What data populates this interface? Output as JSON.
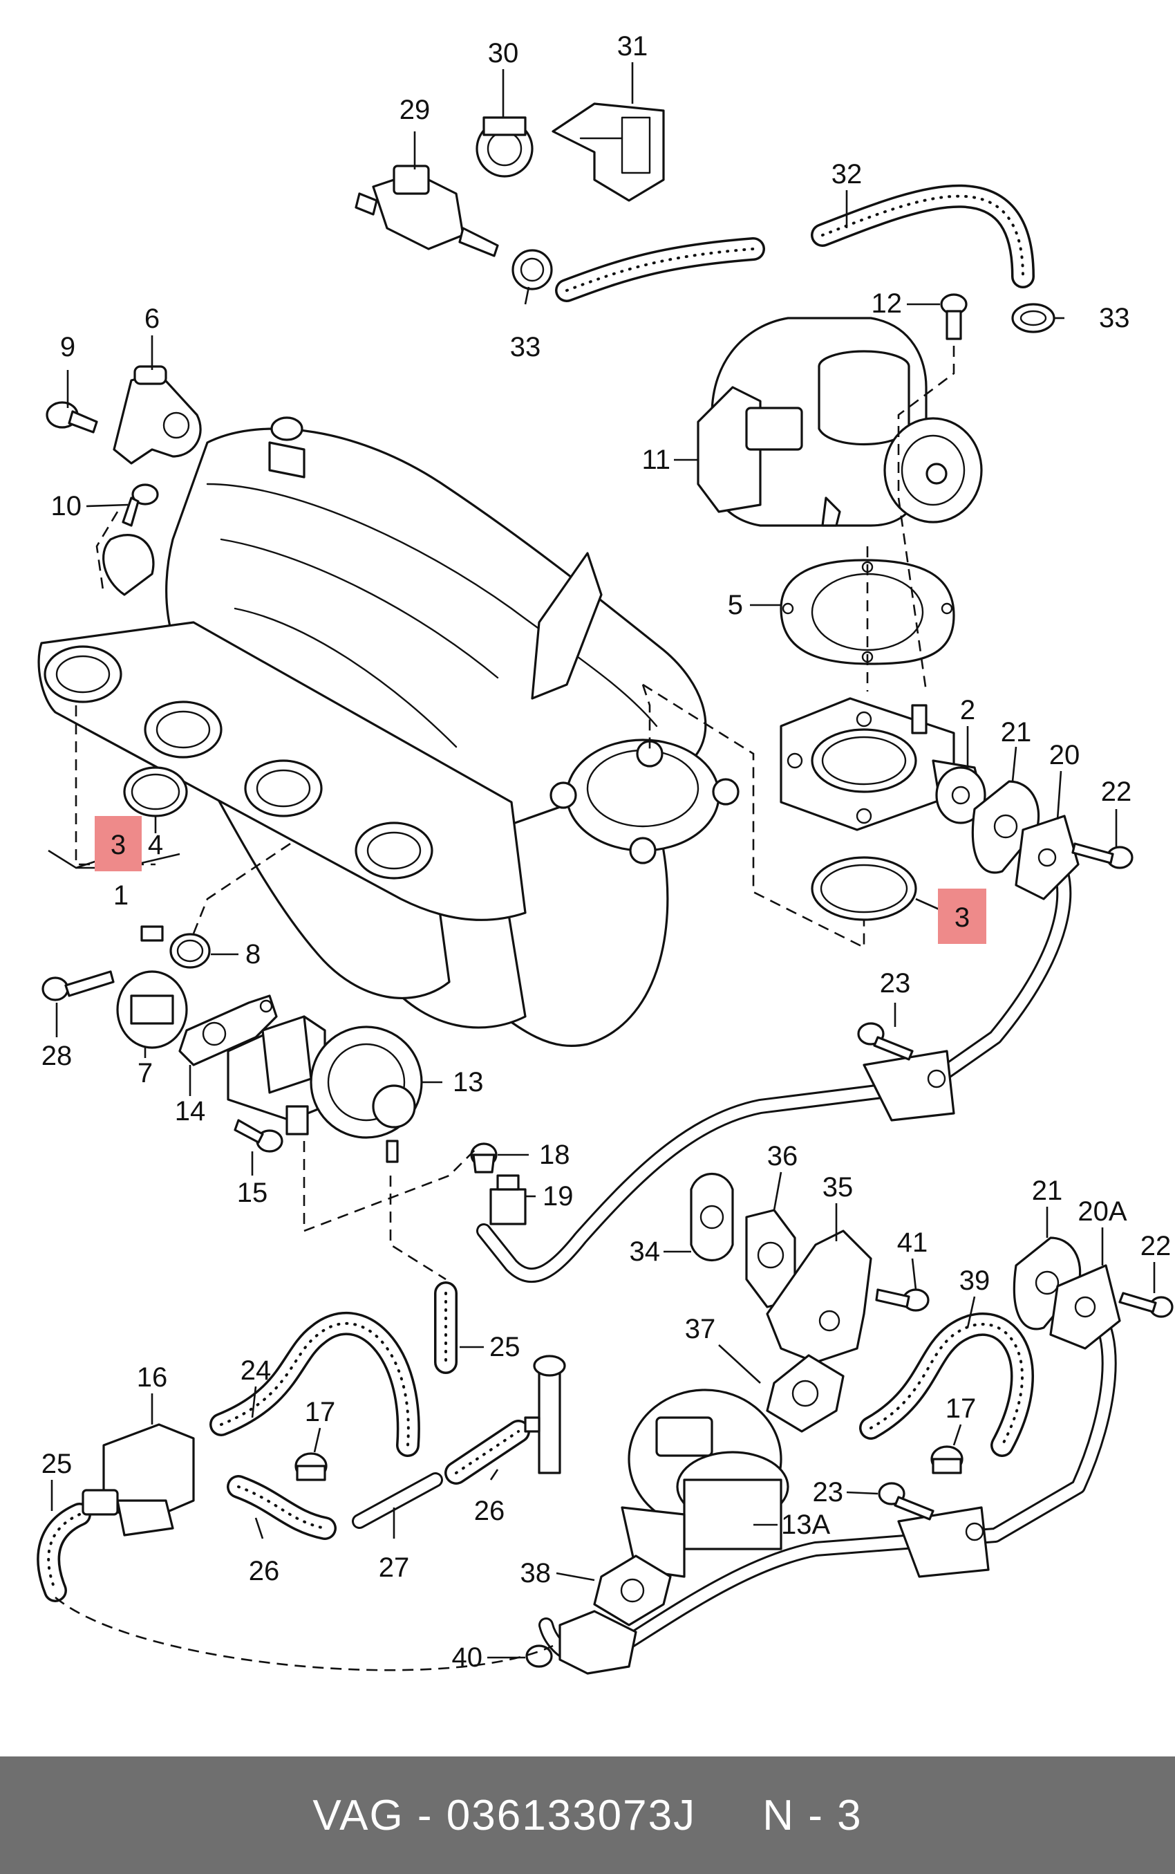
{
  "footer": {
    "brand": "VAG",
    "separator": " - ",
    "part_number": "036133073J",
    "gap": "     ",
    "reference": "N - 3"
  },
  "highlight_color": "#ee8a8a",
  "footer_color": "#6f6f6f",
  "callouts": [
    {
      "id": "c30",
      "text": "30"
    },
    {
      "id": "c31",
      "text": "31"
    },
    {
      "id": "c29",
      "text": "29"
    },
    {
      "id": "c32",
      "text": "32"
    },
    {
      "id": "c33a",
      "text": "33"
    },
    {
      "id": "c33b",
      "text": "33"
    },
    {
      "id": "c6",
      "text": "6"
    },
    {
      "id": "c9",
      "text": "9"
    },
    {
      "id": "c12",
      "text": "12"
    },
    {
      "id": "c11",
      "text": "11"
    },
    {
      "id": "c10",
      "text": "10"
    },
    {
      "id": "c5",
      "text": "5"
    },
    {
      "id": "c2",
      "text": "2"
    },
    {
      "id": "c21a",
      "text": "21"
    },
    {
      "id": "c20",
      "text": "20"
    },
    {
      "id": "c22a",
      "text": "22"
    },
    {
      "id": "c3a",
      "text": "3"
    },
    {
      "id": "c4",
      "text": "4"
    },
    {
      "id": "c1",
      "text": "1"
    },
    {
      "id": "c3b",
      "text": "3"
    },
    {
      "id": "c8",
      "text": "8"
    },
    {
      "id": "c28",
      "text": "28"
    },
    {
      "id": "c7",
      "text": "7"
    },
    {
      "id": "c23a",
      "text": "23"
    },
    {
      "id": "c13",
      "text": "13"
    },
    {
      "id": "c14",
      "text": "14"
    },
    {
      "id": "c15",
      "text": "15"
    },
    {
      "id": "c18",
      "text": "18"
    },
    {
      "id": "c19",
      "text": "19"
    },
    {
      "id": "c36",
      "text": "36"
    },
    {
      "id": "c35",
      "text": "35"
    },
    {
      "id": "c21b",
      "text": "21"
    },
    {
      "id": "c20A",
      "text": "20A"
    },
    {
      "id": "c22b",
      "text": "22"
    },
    {
      "id": "c34",
      "text": "34"
    },
    {
      "id": "c41",
      "text": "41"
    },
    {
      "id": "c39",
      "text": "39"
    },
    {
      "id": "c24",
      "text": "24"
    },
    {
      "id": "c25a",
      "text": "25"
    },
    {
      "id": "c16",
      "text": "16"
    },
    {
      "id": "c17a",
      "text": "17"
    },
    {
      "id": "c37",
      "text": "37"
    },
    {
      "id": "c17b",
      "text": "17"
    },
    {
      "id": "c25b",
      "text": "25"
    },
    {
      "id": "c23b",
      "text": "23"
    },
    {
      "id": "c13A",
      "text": "13A"
    },
    {
      "id": "c26a",
      "text": "26"
    },
    {
      "id": "c26b",
      "text": "26"
    },
    {
      "id": "c27",
      "text": "27"
    },
    {
      "id": "c38",
      "text": "38"
    },
    {
      "id": "c40",
      "text": "40"
    }
  ]
}
